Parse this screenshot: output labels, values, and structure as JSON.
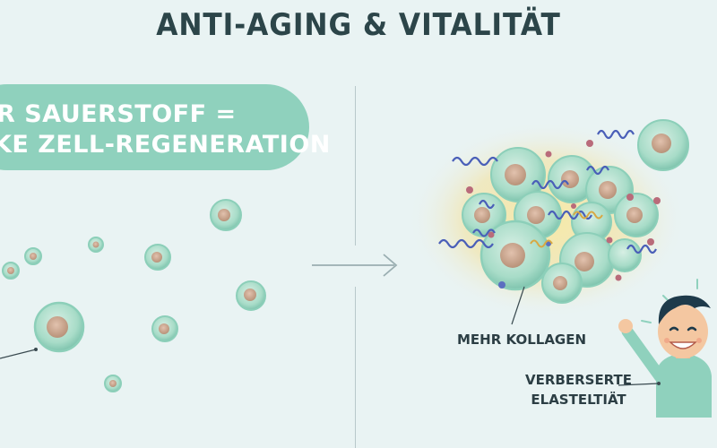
{
  "title": "ANTI-AGING & VITALITÄT",
  "banner": {
    "line1": "R SAUERSTOFF =",
    "line2": "KE ZELL-REGENERATION"
  },
  "labels": {
    "collagen": "MEHR KOLLAGEN",
    "elasticity_line1": "VERBERSERTE",
    "elasticity_line2": "ELASTELTIÄT"
  },
  "colors": {
    "background": "#e9f3f3",
    "banner": "#8fd1bd",
    "title": "#2c4549",
    "cell": "#a8dcc8",
    "cell_nucleus": "#c9a58f",
    "collagen_fiber": "#4a5fb8",
    "glow": "#f4e7a8",
    "person_shirt": "#8fd1bd",
    "person_hair": "#1e3a4a"
  },
  "icons": [
    "arrow-right-icon",
    "person-icon",
    "cell-icon",
    "collagen-fiber-icon"
  ]
}
